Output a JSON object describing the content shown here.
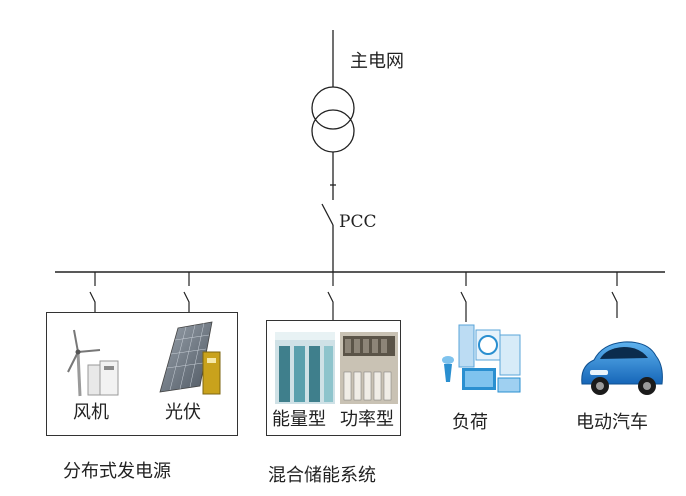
{
  "grid": {
    "label": "主电网"
  },
  "pcc": {
    "label": "PCC"
  },
  "groups": {
    "distributed": {
      "caption": "分布式发电源",
      "items": [
        {
          "label": "风机",
          "icon": "wind-turbine-icon"
        },
        {
          "label": "光伏",
          "icon": "solar-panel-icon"
        }
      ]
    },
    "storage": {
      "caption": "混合储能系统",
      "items": [
        {
          "label": "能量型",
          "icon": "battery-cabinet-icon"
        },
        {
          "label": "功率型",
          "icon": "supercapacitor-bank-icon"
        }
      ]
    }
  },
  "load": {
    "label": "负荷",
    "icon": "appliances-icon"
  },
  "ev": {
    "label": "电动汽车",
    "icon": "electric-car-icon"
  },
  "colors": {
    "line": "#222222",
    "accent": "#2a8fd0",
    "car": "#1f7fd1"
  }
}
